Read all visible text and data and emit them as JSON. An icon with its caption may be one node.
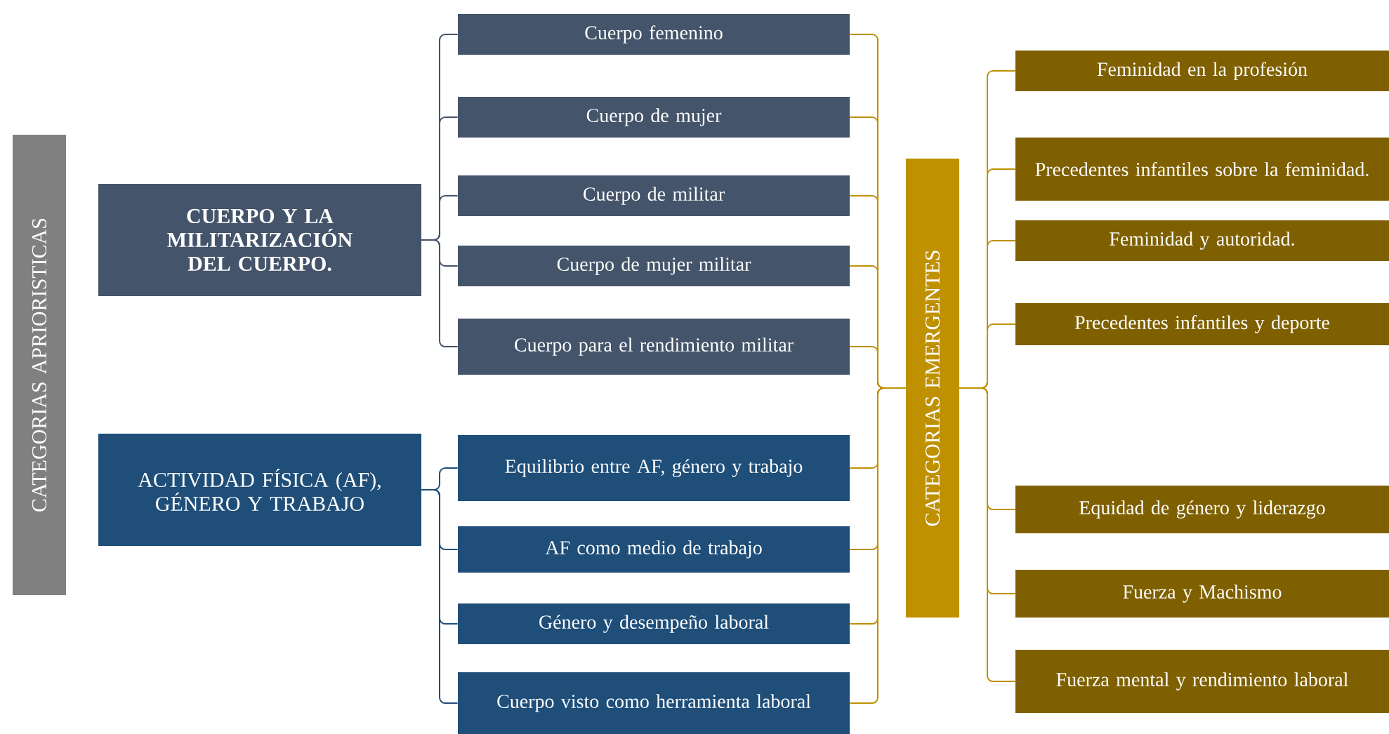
{
  "diagram": {
    "nodes": [
      {
        "text": [
          "CATEGORIAS APRIORISTICAS"
        ]
      },
      {
        "text": [
          "CUERPO Y LA MILITARIZACIÓN DEL CUERPO."
        ]
      },
      {
        "text": [
          "ACTIVIDAD FÍSICA (AF), GÉNERO Y TRABAJO"
        ]
      },
      {
        "text": [
          "Cuerpo femenino"
        ]
      },
      {
        "text": [
          "Cuerpo de mujer"
        ]
      },
      {
        "text": [
          "Cuerpo de militar"
        ]
      },
      {
        "text": [
          "Cuerpo de mujer militar"
        ]
      },
      {
        "text": [
          "Cuerpo para el rendimiento militar"
        ]
      },
      {
        "text": [
          "Equilibrio entre AF, género y trabajo"
        ]
      },
      {
        "text": [
          "AF como medio de trabajo"
        ]
      },
      {
        "text": [
          "Género y desempeño laboral"
        ]
      },
      {
        "text": [
          "Cuerpo visto como herramienta laboral"
        ]
      },
      {
        "text": [
          "CATEGORIAS EMERGENTES"
        ]
      },
      {
        "text": [
          "Feminidad en la profesión"
        ]
      },
      {
        "text": [
          "Precedentes infantiles sobre la feminidad."
        ]
      },
      {
        "text": [
          "Feminidad y autoridad."
        ]
      },
      {
        "text": [
          "Precedentes infantiles y deporte"
        ]
      },
      {
        "text": [
          "Equidad de género y liderazgo"
        ]
      },
      {
        "text": [
          "Fuerza y Machismo"
        ]
      },
      {
        "text": [
          "Fuerza mental y rendimiento laboral"
        ]
      }
    ],
    "edges": [
      {
        "from": 1,
        "to": 3,
        "arrow": "none",
        "color": "#44546a"
      },
      {
        "from": 1,
        "to": 4,
        "arrow": "none",
        "color": "#44546a"
      },
      {
        "from": 1,
        "to": 5,
        "arrow": "none",
        "color": "#44546a"
      },
      {
        "from": 1,
        "to": 6,
        "arrow": "none",
        "color": "#44546a"
      },
      {
        "from": 1,
        "to": 7,
        "arrow": "none",
        "color": "#44546a"
      },
      {
        "from": 2,
        "to": 8,
        "arrow": "none",
        "color": "#1f4e79"
      },
      {
        "from": 2,
        "to": 9,
        "arrow": "none",
        "color": "#1f4e79"
      },
      {
        "from": 2,
        "to": 10,
        "arrow": "none",
        "color": "#1f4e79"
      },
      {
        "from": 2,
        "to": 11,
        "arrow": "none",
        "color": "#1f4e79"
      },
      {
        "from": 3,
        "to": 12,
        "arrow": "none"
      },
      {
        "from": 4,
        "to": 12,
        "arrow": "none"
      },
      {
        "from": 5,
        "to": 12,
        "arrow": "none"
      },
      {
        "from": 6,
        "to": 12,
        "arrow": "none"
      },
      {
        "from": 7,
        "to": 12,
        "arrow": "none"
      },
      {
        "from": 8,
        "to": 12,
        "arrow": "none"
      },
      {
        "from": 9,
        "to": 12,
        "arrow": "none"
      },
      {
        "from": 10,
        "to": 12,
        "arrow": "none"
      },
      {
        "from": 11,
        "to": 12,
        "arrow": "none"
      },
      {
        "from": 12,
        "to": 13,
        "arrow": "none"
      },
      {
        "from": 12,
        "to": 14,
        "arrow": "none"
      },
      {
        "from": 12,
        "to": 15,
        "arrow": "none"
      },
      {
        "from": 12,
        "to": 16,
        "arrow": "none"
      },
      {
        "from": 12,
        "to": 17,
        "arrow": "none"
      },
      {
        "from": 12,
        "to": 18,
        "arrow": "none"
      },
      {
        "from": 12,
        "to": 19,
        "arrow": "none"
      }
    ]
  }
}
